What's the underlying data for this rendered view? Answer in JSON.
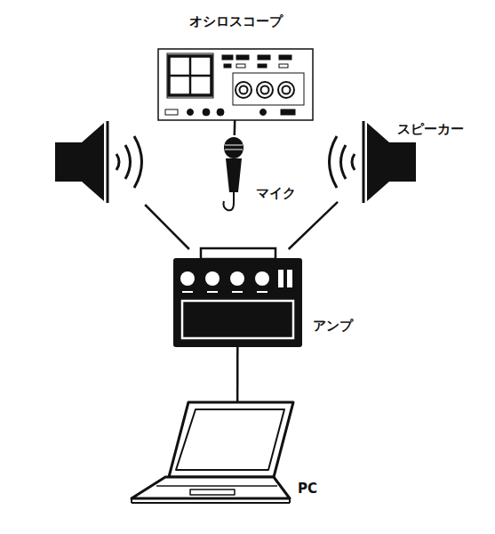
{
  "diagram": {
    "nodes": [
      {
        "text": [
          "オシロスコープ"
        ]
      },
      {
        "text": []
      },
      {
        "text": [
          "マイク"
        ]
      },
      {
        "text": [
          "スピーカー"
        ]
      },
      {
        "text": [
          "アンプ"
        ]
      },
      {
        "text": [
          "PC"
        ]
      }
    ],
    "edges": [
      {
        "from": 2,
        "to": 0,
        "arrow": "none"
      },
      {
        "from": 1,
        "to": 4,
        "arrow": "none"
      },
      {
        "from": 3,
        "to": 4,
        "arrow": "none"
      },
      {
        "from": 4,
        "to": 5,
        "arrow": "none"
      }
    ]
  }
}
